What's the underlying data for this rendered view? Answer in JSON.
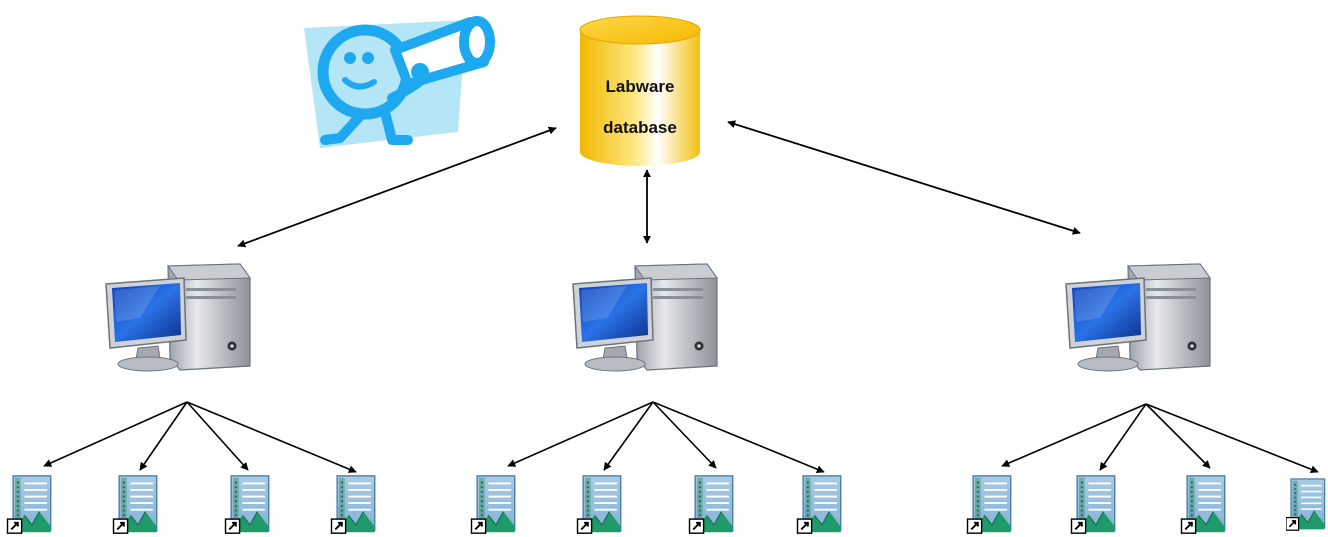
{
  "database": {
    "label_line1": "Labware",
    "label_line2": "database",
    "icon": "database-cylinder-icon",
    "color": "#f2c200"
  },
  "mascot": {
    "icon": "telescope-mascot-icon",
    "color": "#1ea8f0",
    "background_color": "#b5e6f7"
  },
  "computers": [
    {
      "id": "computer-left",
      "icon": "desktop-computer-icon"
    },
    {
      "id": "computer-center",
      "icon": "desktop-computer-icon"
    },
    {
      "id": "computer-right",
      "icon": "desktop-computer-icon"
    }
  ],
  "documents_per_computer": 4,
  "document_icon": "chromatogram-document-shortcut-icon",
  "connector_style": {
    "database_links": "bidirectional-arrow",
    "computer_to_documents": "unidirectional-arrow"
  }
}
